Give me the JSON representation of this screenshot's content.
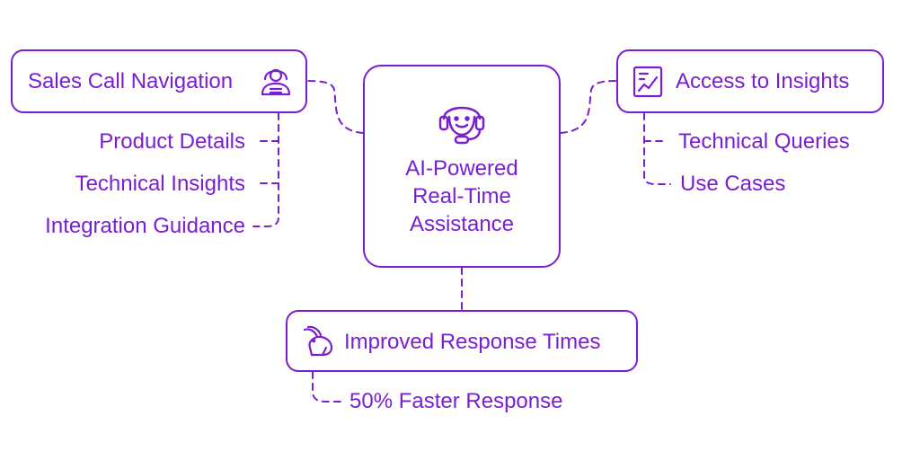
{
  "center": {
    "title_lines": [
      "AI-Powered",
      "Real-Time",
      "Assistance"
    ],
    "icon": "headset-smiley-icon"
  },
  "sales_call": {
    "title": "Sales Call Navigation",
    "icon": "support-agent-icon",
    "items": [
      "Product Details",
      "Technical Insights",
      "Integration Guidance"
    ]
  },
  "insights": {
    "title": "Access to Insights",
    "icon": "document-chart-icon",
    "items": [
      "Technical Queries",
      "Use Cases"
    ]
  },
  "response": {
    "title": "Improved Response Times",
    "icon": "rabbit-icon",
    "items": [
      "50% Faster Response"
    ]
  },
  "colors": {
    "accent": "#7a1fd0",
    "background": "#ffffff"
  }
}
